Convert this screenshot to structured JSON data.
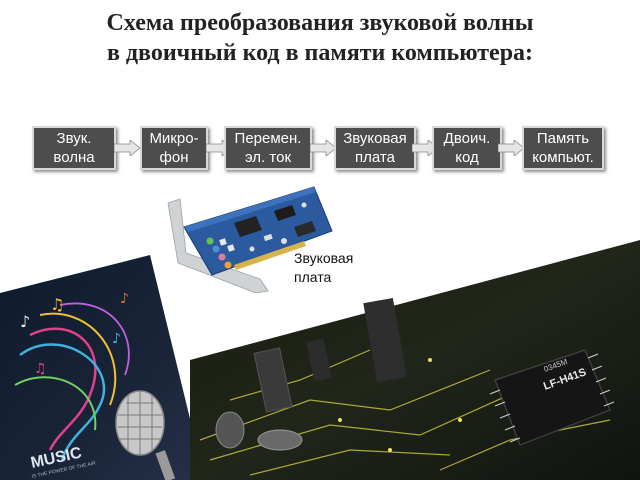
{
  "title": {
    "line1": "Схема преобразования звуковой волны",
    "line2": "в двоичный код в памяти компьютера:"
  },
  "flow": [
    {
      "line1": "Звук.",
      "line2": "волна"
    },
    {
      "line1": "Микро-",
      "line2": "фон"
    },
    {
      "line1": "Перемен.",
      "line2": "эл. ток"
    },
    {
      "line1": "Звуковая",
      "line2": "плата"
    },
    {
      "line1": "Двоич.",
      "line2": "код"
    },
    {
      "line1": "Память",
      "line2": "компьют."
    }
  ],
  "card": {
    "label_line1": "Звуковая",
    "label_line2": "плата"
  },
  "images": {
    "music_text": "MUSIC",
    "music_subtext": "IS THE POWER OF THE AIR",
    "chip_text1": "LF-H41S",
    "chip_text2": "0345M"
  },
  "colors": {
    "box": "#4d4d4d",
    "box_border": "#d8d8d8",
    "arrow": "#e6e6e6",
    "pcb": "#2c5a9e"
  }
}
